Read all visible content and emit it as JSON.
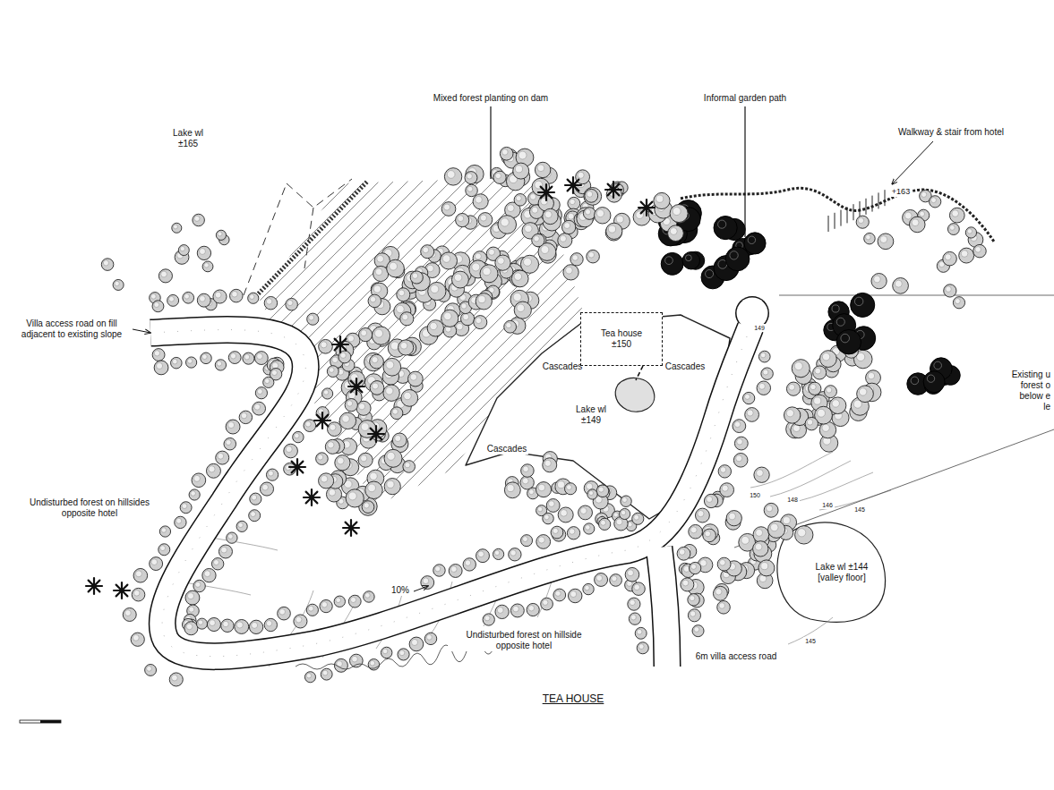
{
  "diagram": {
    "title": "TEA HOUSE",
    "nodes": [
      {
        "text": [
          "Tea house ±150"
        ]
      }
    ],
    "labels": [
      "Lake wl ±165",
      "Mixed forest planting on dam",
      "Informal garden path",
      "Walkway & stair from hotel",
      "+163",
      "Villa access road on fill adjacent to existing slope",
      "Cascades",
      "Cascades",
      "Cascades",
      "Lake wl ±149",
      "Undisturbed forest on hillsides opposite hotel",
      "10%",
      "Undisturbed forest on hillside opposite hotel",
      "6m villa access road",
      "Lake wl ±144 [valley floor]",
      "Existing u",
      "forest o",
      "below e",
      "le",
      "149",
      "150",
      "148",
      "146",
      "145",
      "145"
    ]
  }
}
